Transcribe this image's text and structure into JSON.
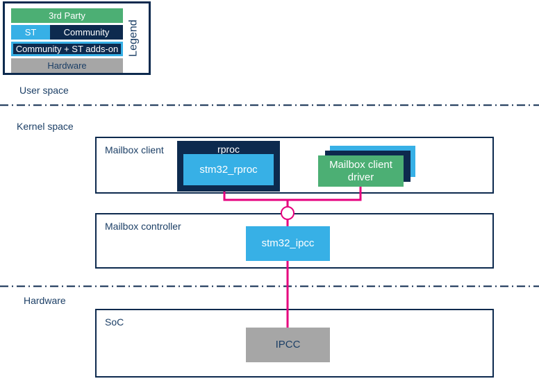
{
  "legend": {
    "title": "Legend",
    "rows": [
      {
        "name": "third-party",
        "label": "3rd Party",
        "color": "#4caf74"
      },
      {
        "name": "st",
        "label": "ST",
        "color": "#37b0e6"
      },
      {
        "name": "community",
        "label": "Community",
        "color": "#0d2a4e"
      },
      {
        "name": "community-st-addson",
        "label": "Community + ST adds-on",
        "color": "#0d2a4e",
        "border_color": "#37b0e6"
      },
      {
        "name": "hardware",
        "label": "Hardware",
        "color": "#a6a6a6"
      }
    ]
  },
  "layers": {
    "user_space": "User space",
    "kernel_space": "Kernel space",
    "hardware": "Hardware"
  },
  "panels": {
    "mailbox_client": "Mailbox client",
    "mailbox_controller": "Mailbox controller",
    "soc": "SoC"
  },
  "blocks": {
    "rproc_group": "rproc",
    "stm32_rproc": "stm32_rproc",
    "mailbox_client_driver": "Mailbox client\ndriver",
    "mailbox_client_driver_line1": "Mailbox client",
    "mailbox_client_driver_line2": "driver",
    "stm32_ipcc": "stm32_ipcc",
    "ipcc": "IPCC"
  },
  "colors": {
    "outline": "#0d2a4e",
    "text": "#1c3f66",
    "st_blue": "#37b0e6",
    "community_navy": "#0d2a4e",
    "third_party_green": "#4caf74",
    "hardware_gray": "#a6a6a6",
    "connector_pink": "#e6007e"
  }
}
